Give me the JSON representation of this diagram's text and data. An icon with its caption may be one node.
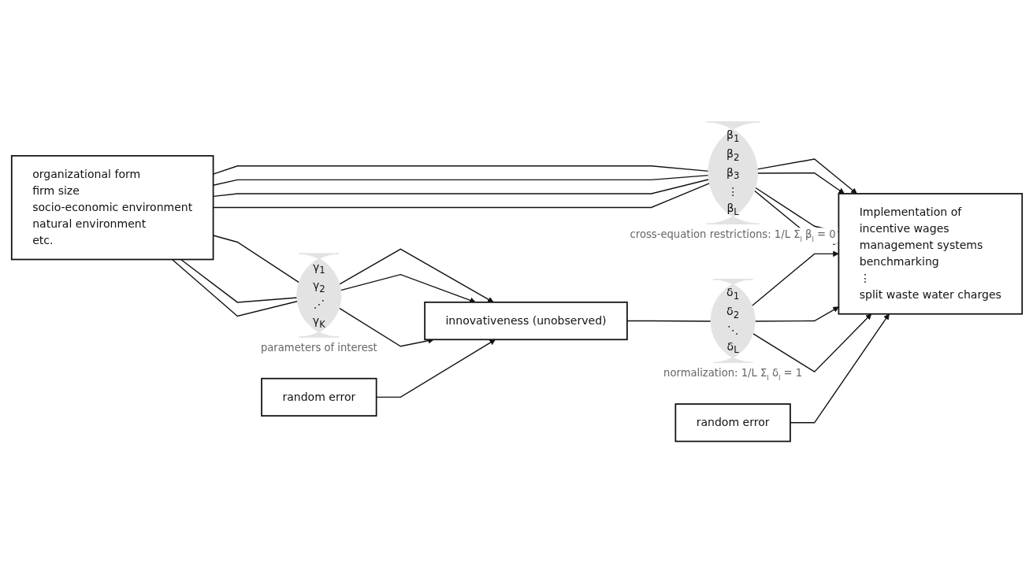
{
  "diagram": {
    "nodes": [
      {
        "text": [
          "organizational form",
          "firm size",
          "socio-economic environment",
          "natural environment",
          "etc."
        ]
      },
      {
        "text": [
          "β$_{1}$",
          "β$_{2}$",
          "β$_{3}$",
          "⋮",
          "β$_{L}$"
        ],
        "beside": [
          "cross-equation restrictions: 1/L Σ$_{l}$ β$_{l}$ = 0"
        ]
      },
      {
        "text": [
          "Implementation of",
          "incentive wages",
          "management systems",
          "benchmarking",
          "⋮",
          "split waste water charges"
        ]
      },
      {
        "text": [
          "γ$_{1}$",
          "γ$_{2}$",
          "⋰",
          "γ$_{K}$"
        ],
        "beside": [
          "parameters of interest"
        ]
      },
      {
        "text": [
          "innovativeness (unobserved)"
        ]
      },
      {
        "text": [
          "δ$_{1}$",
          "δ$_{2}$",
          "⋱",
          "δ$_{L}$"
        ],
        "beside": [
          "normalization: 1/L Σ$_{l}$ δ$_{l}$ = 1"
        ]
      },
      {
        "text": [
          "random error"
        ]
      },
      {
        "text": [
          "random error"
        ]
      }
    ],
    "edges": [
      {
        "from": 0,
        "to": 1,
        "arrow": "none"
      },
      {
        "from": 0,
        "to": 1,
        "arrow": "none"
      },
      {
        "from": 0,
        "to": 1,
        "arrow": "none"
      },
      {
        "from": 0,
        "to": 1,
        "arrow": "none"
      },
      {
        "from": 1,
        "to": 2,
        "arrow": "to"
      },
      {
        "from": 1,
        "to": 2,
        "arrow": "to"
      },
      {
        "from": 1,
        "to": 2,
        "arrow": "to"
      },
      {
        "from": 1,
        "to": 2,
        "arrow": "to"
      },
      {
        "from": 0,
        "to": 3,
        "arrow": "none"
      },
      {
        "from": 0,
        "to": 3,
        "arrow": "none"
      },
      {
        "from": 0,
        "to": 3,
        "arrow": "none"
      },
      {
        "from": 3,
        "to": 4,
        "arrow": "to"
      },
      {
        "from": 3,
        "to": 4,
        "arrow": "to"
      },
      {
        "from": 3,
        "to": 4,
        "arrow": "to"
      },
      {
        "from": 4,
        "to": 5,
        "arrow": "none"
      },
      {
        "from": 5,
        "to": 2,
        "arrow": "to"
      },
      {
        "from": 5,
        "to": 2,
        "arrow": "to"
      },
      {
        "from": 5,
        "to": 2,
        "arrow": "to"
      },
      {
        "from": 6,
        "to": 4,
        "arrow": "to"
      },
      {
        "from": 7,
        "to": 2,
        "arrow": "to"
      }
    ]
  }
}
